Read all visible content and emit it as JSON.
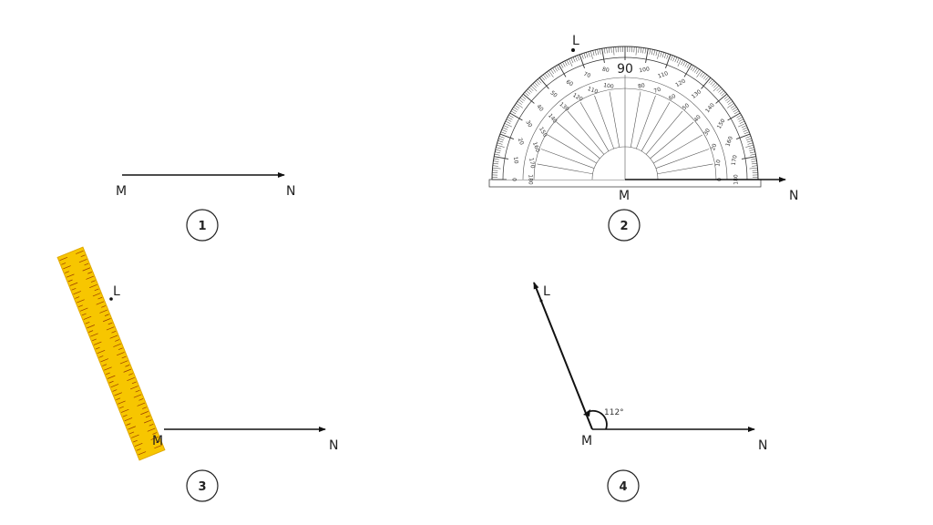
{
  "panels": [
    {
      "number": "1",
      "point_m": "M",
      "point_n": "N"
    },
    {
      "number": "2",
      "point_m": "M",
      "point_n": "N",
      "point_l": "L",
      "protractor_center_label": "90"
    },
    {
      "number": "3",
      "point_m": "M",
      "point_n": "N",
      "point_l": "L"
    },
    {
      "number": "4",
      "point_m": "M",
      "point_n": "N",
      "point_l": "L",
      "angle_label": "112°",
      "angle_degrees": 112
    }
  ],
  "colors": {
    "line": "#111111",
    "ruler": "#f5c400",
    "ruler_marks": "#9a3b00"
  }
}
